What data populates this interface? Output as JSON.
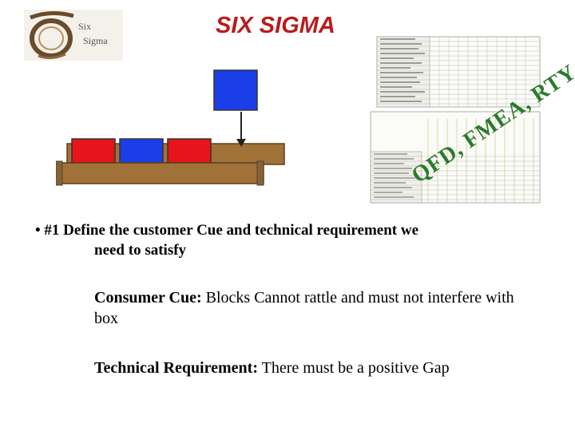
{
  "header": {
    "title": "SIX SIGMA",
    "logo_line1": "Six",
    "logo_line2": "Sigma"
  },
  "diagram_label": "QFD, FMEA, RTY",
  "bullet": {
    "marker": "•",
    "line1": "#1 Define the customer Cue and technical requirement we",
    "line2": "need to satisfy"
  },
  "consumer": {
    "label": "Consumer Cue:",
    "text": " Blocks Cannot rattle and must not interfere with box"
  },
  "technical": {
    "label": "Technical Requirement:",
    "text": " There must be a positive Gap"
  },
  "colors": {
    "title": "#b81c1c",
    "block_red": "#e8141c",
    "block_blue": "#1a3ee8",
    "tray": "#a07238",
    "label_green": "#2b7a2b"
  }
}
